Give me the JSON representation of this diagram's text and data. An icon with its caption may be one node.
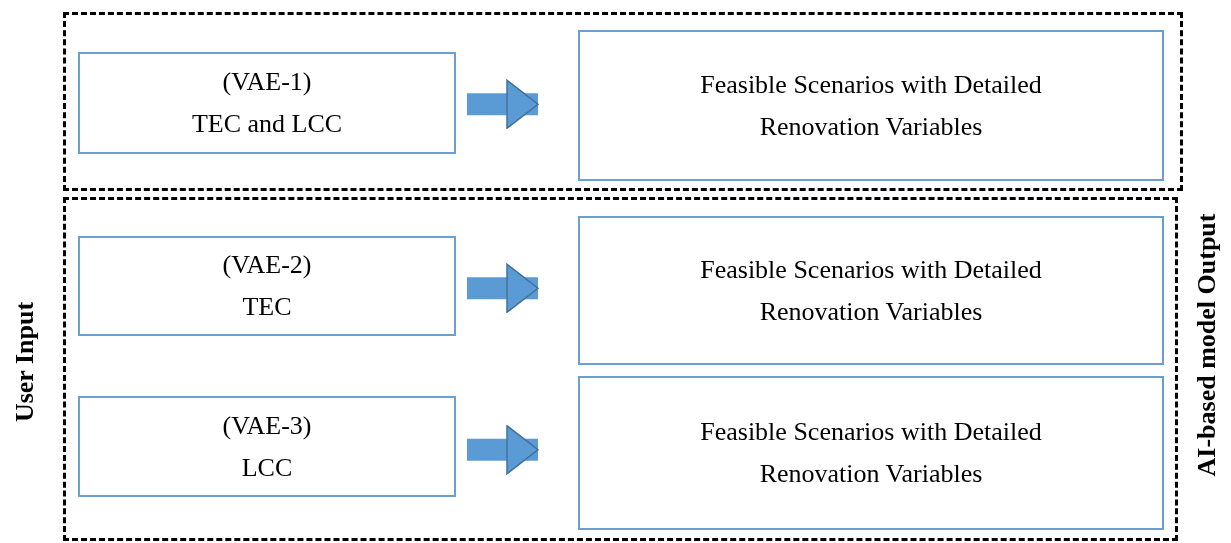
{
  "diagram": {
    "nodes": [
      {
        "text": [],
        "shape": "box"
      },
      {
        "text": [
          "(VAE-1)",
          "TEC and LCC"
        ],
        "in": 0
      },
      {
        "text": [
          "Feasible Scenarios with Detailed Renovation Variables"
        ],
        "in": 0
      },
      {
        "text": [],
        "shape": "box"
      },
      {
        "text": [
          "(VAE-2)",
          "TEC"
        ],
        "in": 3
      },
      {
        "text": [
          "Feasible Scenarios with Detailed Renovation Variables"
        ],
        "in": 3
      },
      {
        "text": [
          "(VAE-3)",
          "LCC"
        ],
        "in": 3
      },
      {
        "text": [
          "Feasible Scenarios with Detailed Renovation Variables"
        ],
        "in": 3
      }
    ],
    "edges": [
      {
        "from": 1,
        "to": 2,
        "arrow": "to"
      },
      {
        "from": 4,
        "to": 5,
        "arrow": "to"
      },
      {
        "from": 6,
        "to": 7,
        "arrow": "to"
      }
    ],
    "labels": [
      "User Input",
      "AI-based model Output"
    ]
  }
}
